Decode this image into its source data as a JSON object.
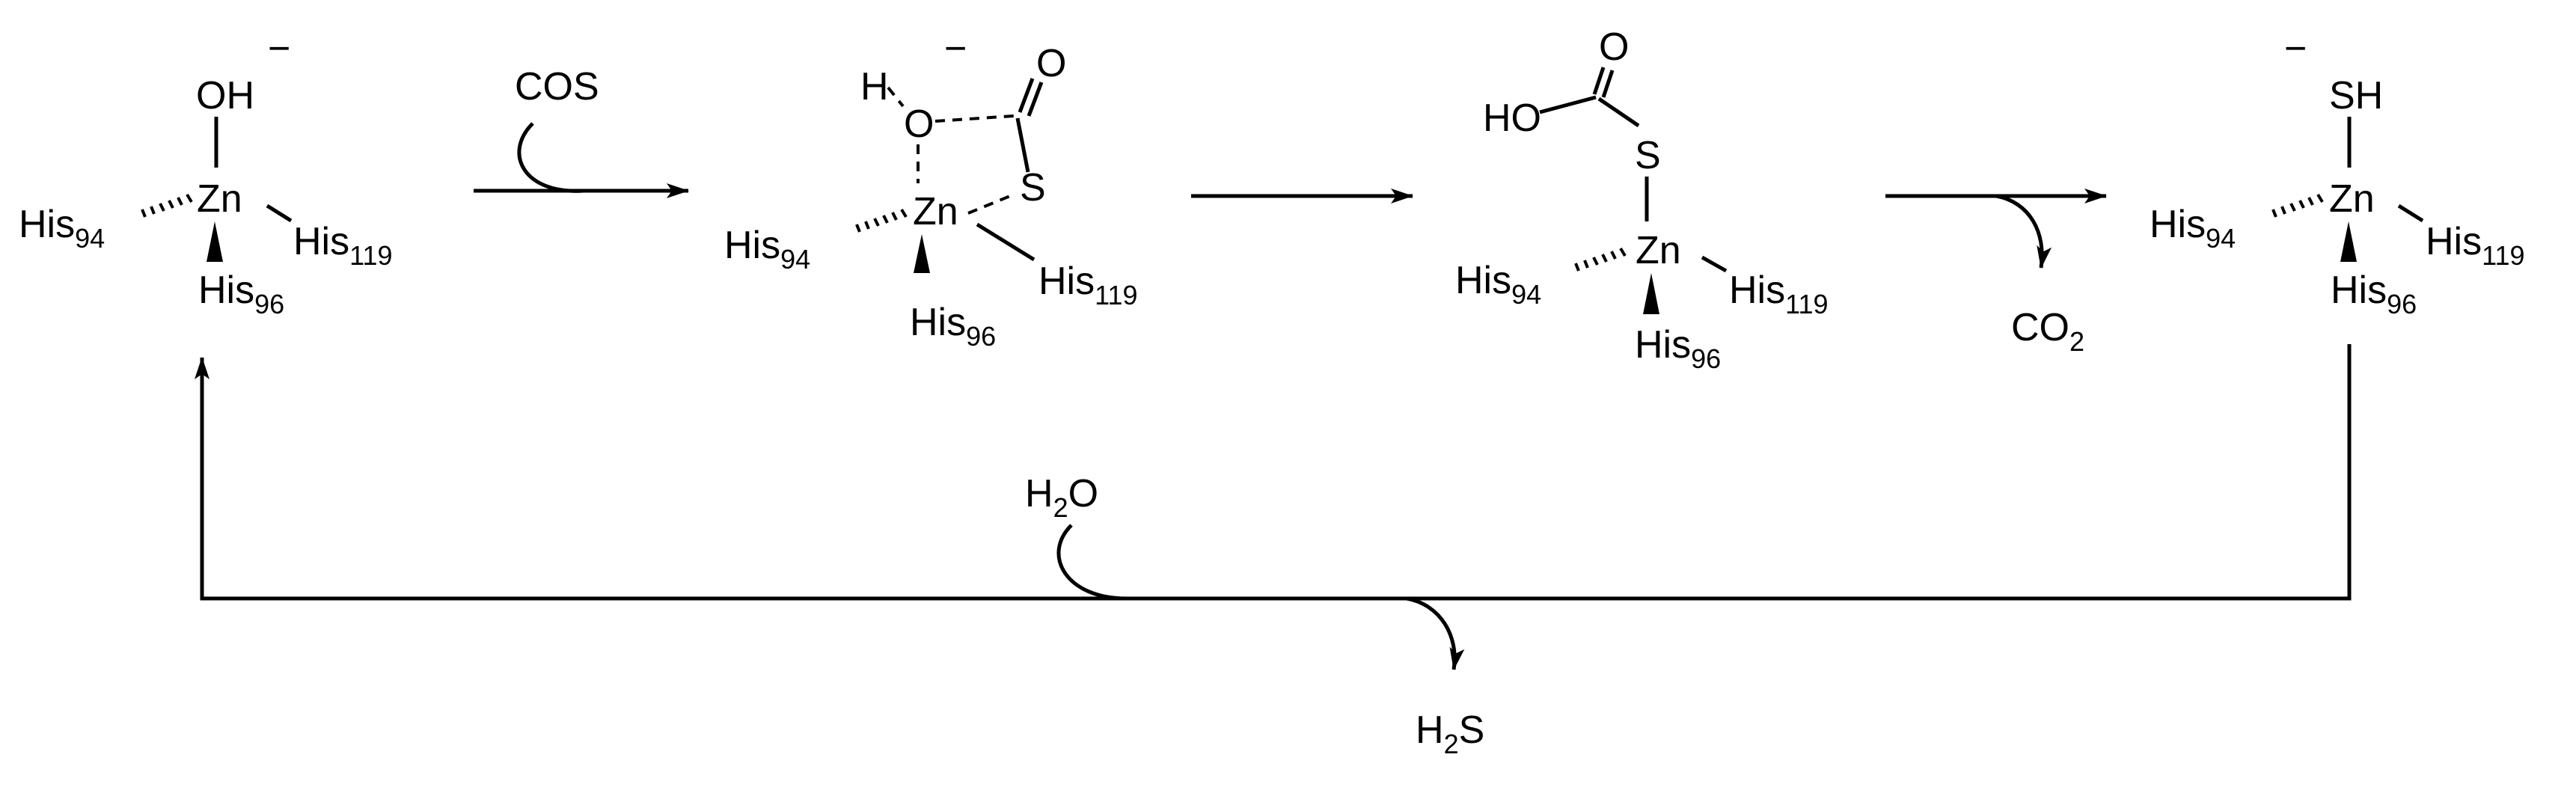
{
  "scheme": {
    "species": {
      "zinc_hydroxide": {
        "oh": "OH",
        "charge": "−",
        "zn": "Zn",
        "his_left": "His",
        "his_left_sub": "94",
        "his_right": "His",
        "his_right_sub": "119",
        "his_bottom": "His",
        "his_bottom_sub": "96"
      },
      "cos_complex": {
        "h": "H",
        "o": "O",
        "charge": "−",
        "o_carbonyl": "O",
        "s": "S",
        "zn": "Zn",
        "his_left": "His",
        "his_left_sub": "94",
        "his_right": "His",
        "his_right_sub": "119",
        "his_bottom": "His",
        "his_bottom_sub": "96"
      },
      "thiocarbonate_complex": {
        "ho": "HO",
        "o": "O",
        "s": "S",
        "zn": "Zn",
        "his_left": "His",
        "his_left_sub": "94",
        "his_right": "His",
        "his_right_sub": "119",
        "his_bottom": "His",
        "his_bottom_sub": "96"
      },
      "zinc_hydrosulfide": {
        "sh": "SH",
        "charge": "−",
        "zn": "Zn",
        "his_left": "His",
        "his_left_sub": "94",
        "his_right": "His",
        "his_right_sub": "119",
        "his_bottom": "His",
        "his_bottom_sub": "96"
      }
    },
    "reagents": {
      "cos": "COS",
      "co2": {
        "base": "CO",
        "sub": "2"
      },
      "h2o": {
        "pre": "H",
        "sub": "2",
        "post": "O"
      },
      "h2s": {
        "pre": "H",
        "sub": "2",
        "post": "S"
      }
    }
  }
}
